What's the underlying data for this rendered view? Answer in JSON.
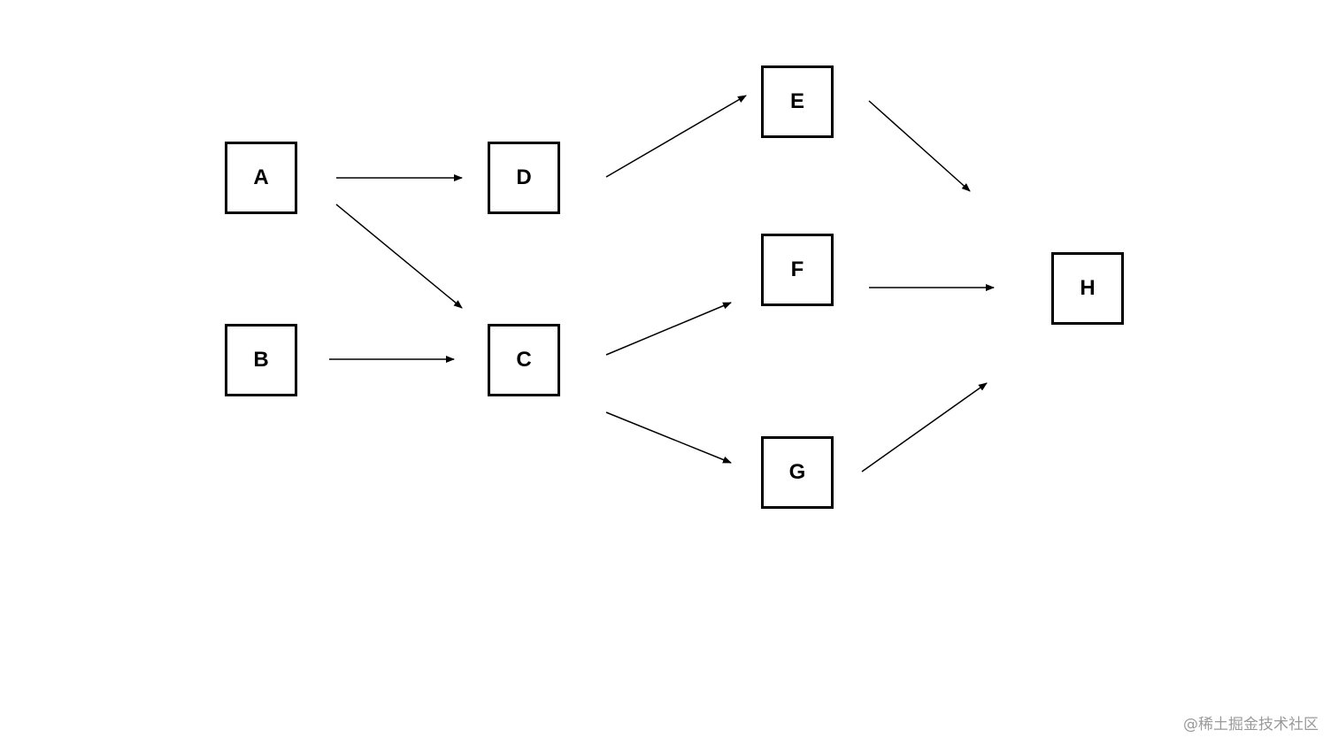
{
  "diagram": {
    "nodes": [
      {
        "id": "A",
        "label": "A"
      },
      {
        "id": "B",
        "label": "B"
      },
      {
        "id": "C",
        "label": "C"
      },
      {
        "id": "D",
        "label": "D"
      },
      {
        "id": "E",
        "label": "E"
      },
      {
        "id": "F",
        "label": "F"
      },
      {
        "id": "G",
        "label": "G"
      },
      {
        "id": "H",
        "label": "H"
      }
    ],
    "edges": [
      {
        "from": "A",
        "to": "D"
      },
      {
        "from": "A",
        "to": "C"
      },
      {
        "from": "B",
        "to": "C"
      },
      {
        "from": "D",
        "to": "E"
      },
      {
        "from": "C",
        "to": "F"
      },
      {
        "from": "C",
        "to": "G"
      },
      {
        "from": "E",
        "to": "H"
      },
      {
        "from": "F",
        "to": "H"
      },
      {
        "from": "G",
        "to": "H"
      }
    ],
    "colors": {
      "node_border": "#000000",
      "edge": "#000000",
      "background": "#ffffff"
    }
  },
  "watermark": "@稀土掘金技术社区"
}
